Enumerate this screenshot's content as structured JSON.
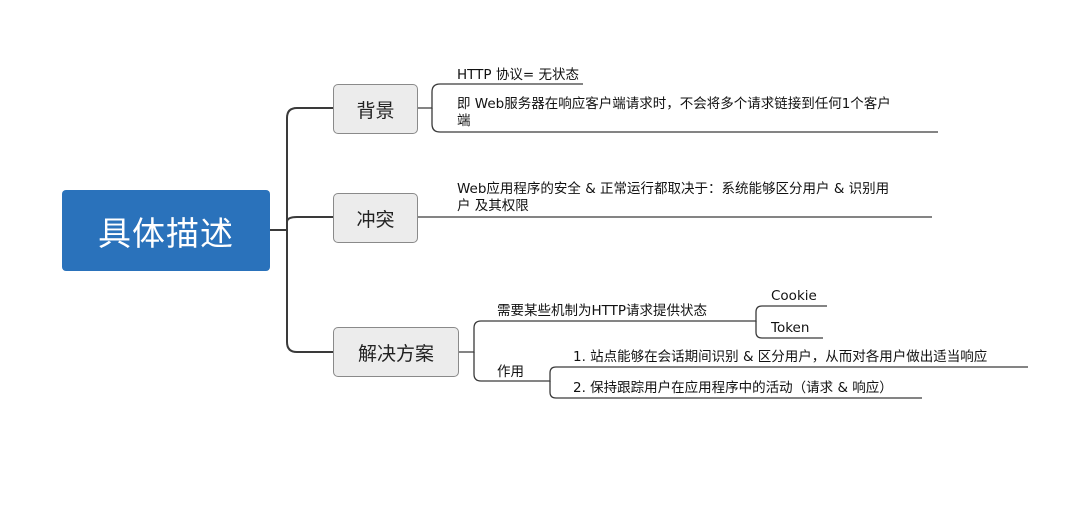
{
  "root": {
    "label": "具体描述"
  },
  "branches": [
    {
      "label": "背景",
      "leaves": [
        "HTTP 协议= 无状态",
        "即 Web服务器在响应客户端请求时，不会将多个请求链接到任何1个客户",
        "端"
      ]
    },
    {
      "label": "冲突",
      "leaves": [
        "Web应用程序的安全 & 正常运行都取决于：系统能够区分用户 & 识别用",
        "户 及其权限"
      ]
    },
    {
      "label": "解决方案",
      "sub": [
        {
          "label": "需要某些机制为HTTP请求提供状态",
          "items": [
            "Cookie",
            "Token"
          ]
        },
        {
          "label": "作用",
          "items": [
            "1. 站点能够在会话期间识别 & 区分用户，从而对各用户做出适当响应",
            "2. 保持跟踪用户在应用程序中的活动（请求 & 响应）"
          ]
        }
      ]
    }
  ],
  "colors": {
    "root_bg": "#2a72bb",
    "branch_bg": "#ececec",
    "line": "#3a3a3a"
  }
}
